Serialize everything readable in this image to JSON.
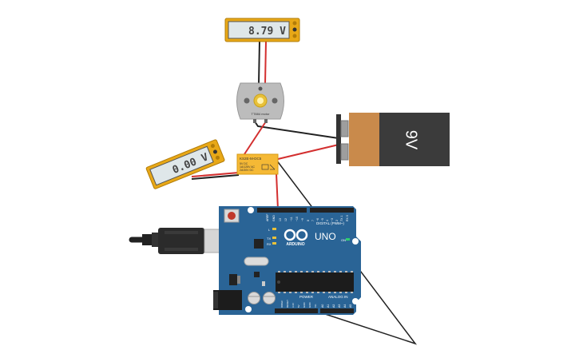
{
  "multimeter_top": {
    "reading": "8.79 V",
    "frame_color": "#e8a817",
    "screen_color": "#dfe7e9"
  },
  "multimeter_left": {
    "reading": "0.00 V",
    "frame_color": "#e8a817",
    "screen_color": "#dfe7e9"
  },
  "motor": {
    "label": "TT884 motor"
  },
  "relay": {
    "title": "KS2E-M-DC5",
    "line1": "5V DC",
    "line2": "1A/125V AC",
    "line3": "2A/30V DC",
    "body_color": "#f5b935"
  },
  "battery": {
    "label": "9V",
    "copper_color": "#c98a4b",
    "body_color": "#3b3b3b"
  },
  "arduino": {
    "board_color": "#2a6496",
    "model": "UNO",
    "brand": "ARDUINO",
    "digital_label": "DIGITAL (PWM~)",
    "power_label": "POWER",
    "analog_label": "ANALOG IN",
    "on_label": "ON",
    "led_l": "L",
    "led_tx": "TX",
    "led_rx": "RX",
    "ioref": "IOREF",
    "reset": "RESET",
    "pin_aref": "AREF",
    "pin_gnd": "GND",
    "digital_pins": [
      "13",
      "12",
      "~11",
      "~10",
      "~9",
      "8",
      "7",
      "~6",
      "~5",
      "4",
      "~3",
      "2",
      "TX 1",
      "RX 0"
    ],
    "power_pins": [
      "IOREF",
      "RESET",
      "3.3V",
      "5V",
      "GND",
      "GND",
      "Vin"
    ],
    "analog_pins": [
      "A0",
      "A1",
      "A2",
      "A3",
      "A4",
      "A5"
    ]
  },
  "wire_colors": {
    "red": "#d32f2f",
    "black": "#222222"
  }
}
